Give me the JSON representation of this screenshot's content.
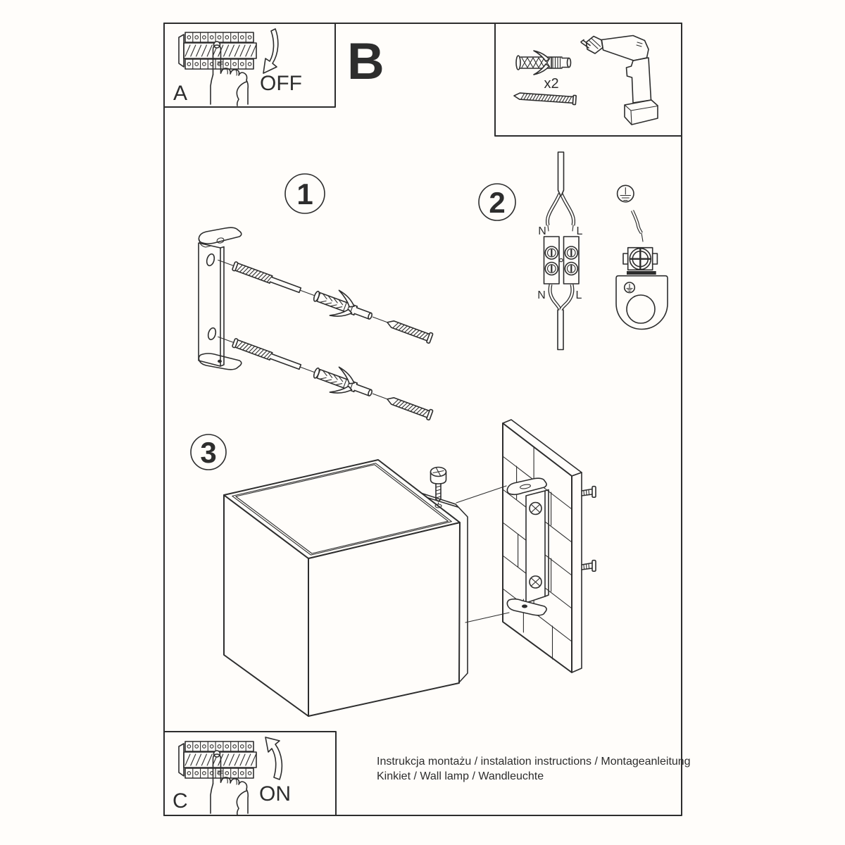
{
  "sheet": {
    "section_a_label": "A",
    "section_b_label": "B",
    "section_c_label": "C",
    "off_label": "OFF",
    "on_label": "ON",
    "anchor_count": "x2",
    "step1": "1",
    "step2": "2",
    "step3": "3",
    "wiring": {
      "n_top": "N",
      "l_top": "L",
      "n_bottom": "N",
      "l_bottom": "L"
    },
    "footer_line1": "Instrukcja montażu / instalation instructions / Montageanleitung",
    "footer_line2": "Kinkiet / Wall lamp / Wandleuchte",
    "colors": {
      "line": "#2d2d2d",
      "background": "#fffdfa"
    }
  }
}
